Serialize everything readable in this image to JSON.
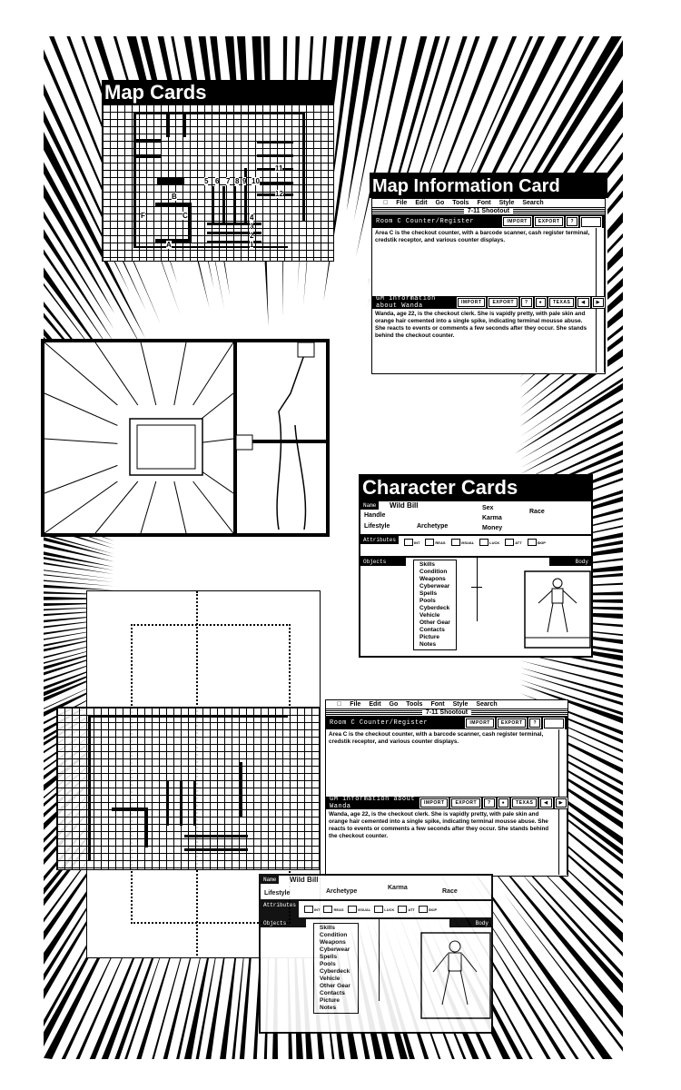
{
  "map_cards": {
    "title": "Map Cards",
    "labels": [
      "A",
      "B",
      "C",
      "F",
      "1",
      "2",
      "3",
      "4",
      "5",
      "6",
      "7",
      "8",
      "9",
      "10",
      "11",
      "12"
    ]
  },
  "map_info": {
    "title": "Map Information Card",
    "menu": [
      "File",
      "Edit",
      "Go",
      "Tools",
      "Font",
      "Style",
      "Search"
    ],
    "window_title": "7-11 Shootout",
    "field1_label": "Room C Counter/Register",
    "field1_text": "Area C is the checkout counter, with a barcode scanner, cash register terminal, credstik receptor, and various counter displays.",
    "field2_label": "GM information about Wanda",
    "field2_text": "Wanda, age 22, is the checkout clerk. She is vapidly pretty, with pale skin and orange hair cemented into a single spike, indicating terminal mousse abuse. She reacts to events or comments a few seconds after they occur. She stands behind the checkout counter.",
    "buttons": {
      "import": "IMPORT",
      "export": "EXPORT",
      "help": "?",
      "texas": "TEXAS",
      "prev": "◀",
      "next": "▶"
    }
  },
  "character": {
    "title": "Character Cards",
    "name_label": "Name",
    "name_value": "Wild Bill",
    "fields": {
      "sex": "Sex",
      "race": "Race",
      "handle": "Handle",
      "karma": "Karma",
      "lifestyle": "Lifestyle",
      "archetype": "Archetype",
      "money": "Money"
    },
    "attributes_label": "Attributes",
    "attributes": [
      "INT",
      "REAS",
      "VISUAL",
      "LUCK",
      "ATT",
      "SKIP"
    ],
    "objects_label": "Objects",
    "body_label": "Body",
    "objects": [
      "Skills",
      "Condition",
      "Weapons",
      "Cyberwear",
      "Spells",
      "Pools",
      "Cyberdeck",
      "Vehicle",
      "Other Gear",
      "Contacts",
      "Picture",
      "Notes"
    ]
  },
  "colors": {
    "ink": "#000000",
    "paper": "#ffffff"
  }
}
